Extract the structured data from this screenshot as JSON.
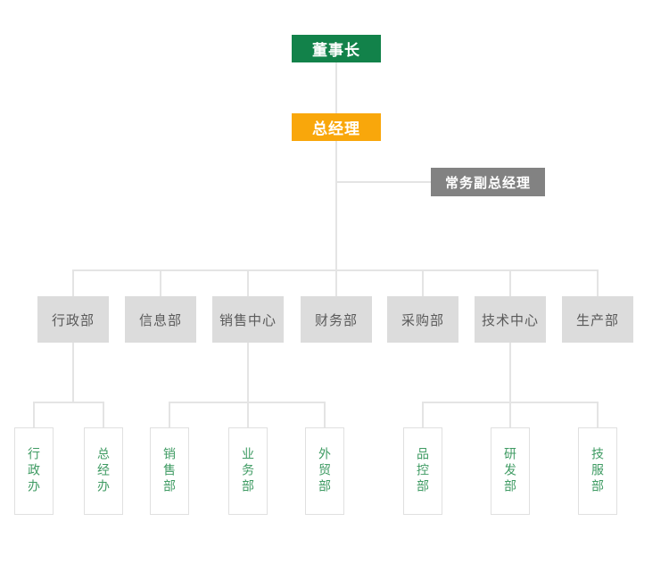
{
  "colors": {
    "chairman_bg": "#12824a",
    "gm_bg": "#f9a70b",
    "deputy_bg": "#828282",
    "dept_bg": "#dcdcdc",
    "dept_text": "#5a5a5a",
    "sub_text": "#3f9b63",
    "sub_border": "#e0e0e0",
    "connector_line": "#e4e4e4",
    "top_node_text": "#ffffff"
  },
  "org": {
    "chairman": {
      "label": "董事长"
    },
    "general_manager": {
      "label": "总经理"
    },
    "deputy_general_manager": {
      "label": "常务副总经理"
    },
    "departments": [
      {
        "label": "行政部"
      },
      {
        "label": "信息部"
      },
      {
        "label": "销售中心"
      },
      {
        "label": "财务部"
      },
      {
        "label": "采购部"
      },
      {
        "label": "技术中心"
      },
      {
        "label": "生产部"
      }
    ],
    "sub_departments": [
      {
        "label": "行政办",
        "parent": "行政部"
      },
      {
        "label": "总经办",
        "parent": "行政部"
      },
      {
        "label": "销售部",
        "parent": "销售中心"
      },
      {
        "label": "业务部",
        "parent": "销售中心"
      },
      {
        "label": "外贸部",
        "parent": "销售中心"
      },
      {
        "label": "品控部",
        "parent": "技术中心"
      },
      {
        "label": "研发部",
        "parent": "技术中心"
      },
      {
        "label": "技服部",
        "parent": "技术中心"
      }
    ]
  }
}
